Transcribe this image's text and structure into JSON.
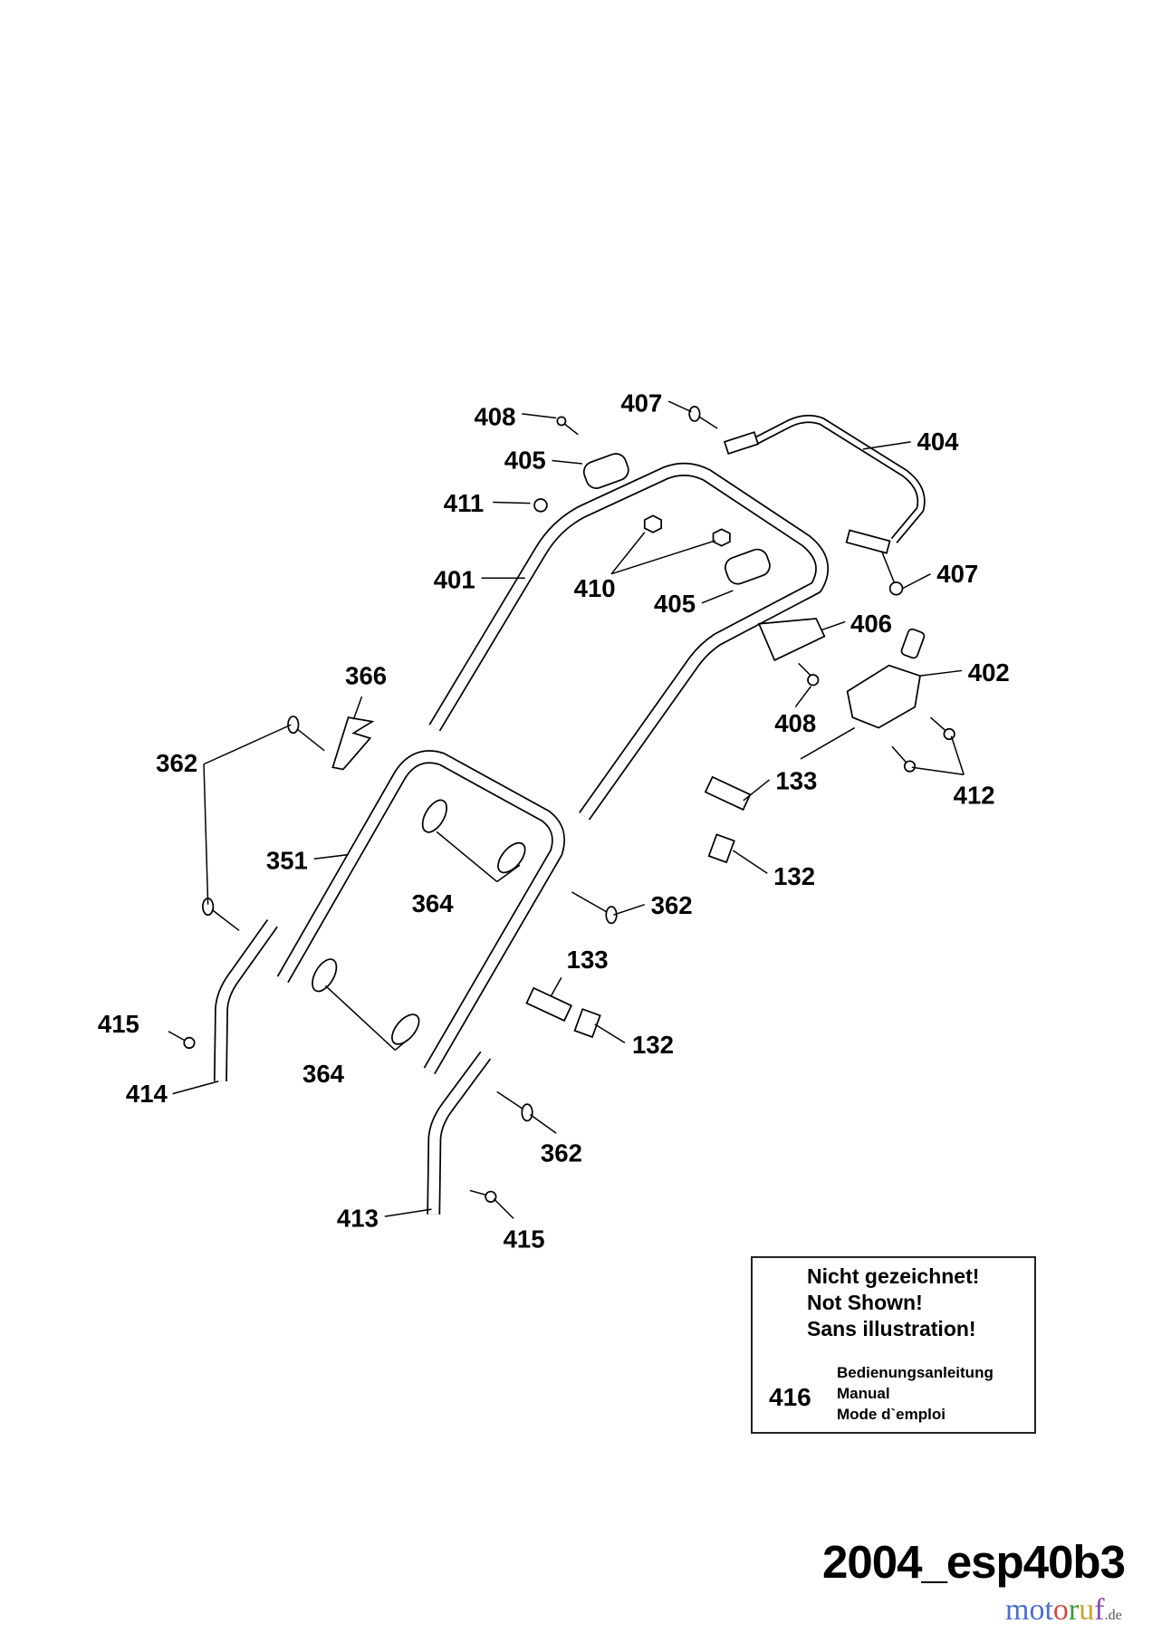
{
  "labels": [
    "408",
    "407",
    "404",
    "405",
    "411",
    "401",
    "410",
    "405",
    "407",
    "406",
    "402",
    "366",
    "408",
    "362",
    "133",
    "412",
    "351",
    "132",
    "364",
    "362",
    "133",
    "415",
    "132",
    "364",
    "414",
    "362",
    "413",
    "415"
  ],
  "note": {
    "heading": [
      "Nicht gezeichnet!",
      "Not Shown!",
      "Sans illustration!"
    ],
    "part_number": "416",
    "part_names": [
      "Bedienungsanleitung",
      "Manual",
      "Mode d`emploi"
    ]
  },
  "drawing_code": "2004_esp40b3",
  "watermark": {
    "text": "motoruf",
    ".de": ".de",
    "letters": [
      "mot",
      "o",
      "r",
      "u",
      "f"
    ],
    "suffix": ".de"
  }
}
